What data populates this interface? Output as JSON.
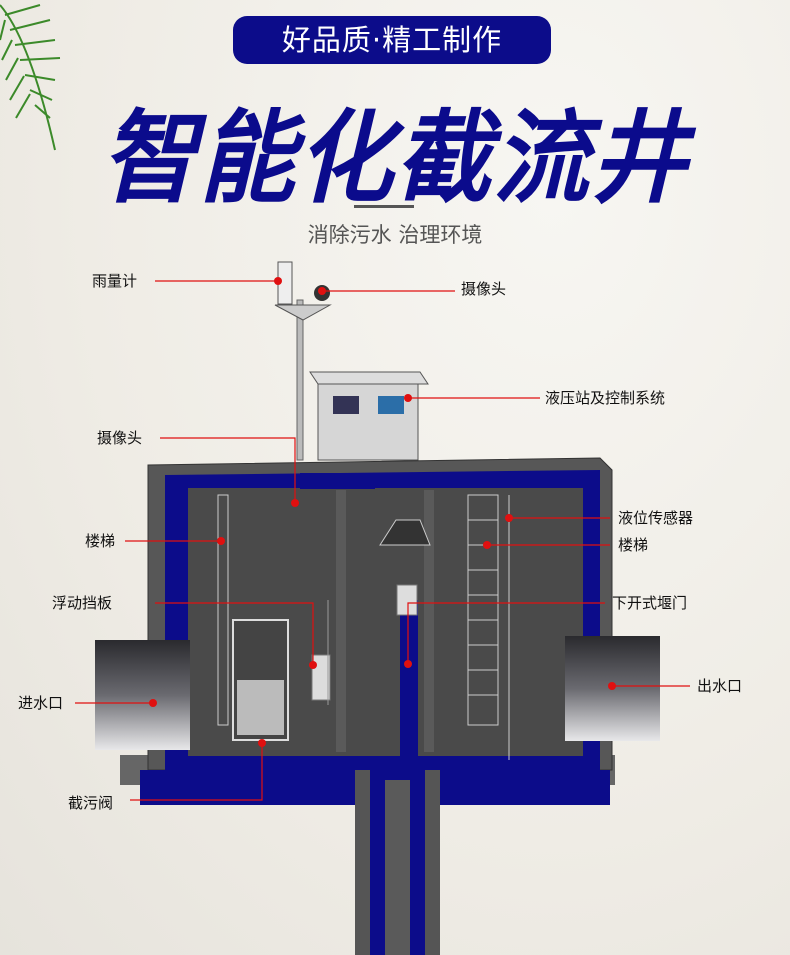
{
  "header": {
    "badge": "好品质·精工制作",
    "title": "智能化截流井",
    "subtitle": "消除污水 治理环境"
  },
  "labels": {
    "rain_gauge": "雨量计",
    "camera_top": "摄像头",
    "hydraulic": "液压站及控制系统",
    "camera_inner": "摄像头",
    "level_sensor": "液位传感器",
    "ladder_right": "楼梯",
    "ladder_left": "楼梯",
    "float_plate": "浮动挡板",
    "weir_gate": "下开式堰门",
    "inlet": "进水口",
    "outlet": "出水口",
    "valve": "截污阀"
  },
  "colors": {
    "brand": "#0c0c8a",
    "callout": "#e01010",
    "concrete": "#4a4a4a"
  }
}
